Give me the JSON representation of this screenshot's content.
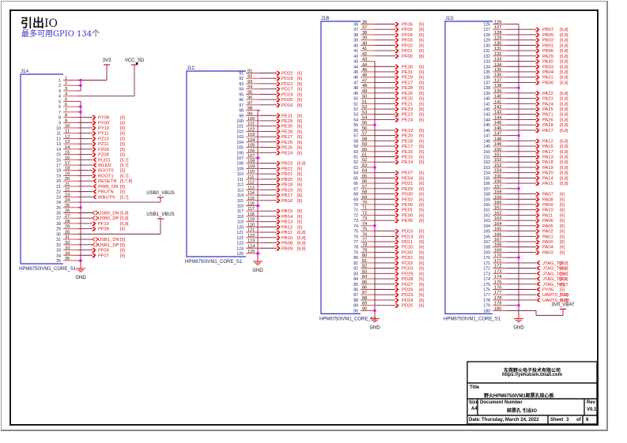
{
  "header": {
    "title": "引出",
    "title_suffix": "IO",
    "subtitle": "最多可用GPIO 134个"
  },
  "colors": {
    "wire": "#7a1f3d",
    "part_border": "#3333cc",
    "net_label": "#dd1111",
    "junction": "#e020e0",
    "power": "#dd1111",
    "pin_number": "#1a1a66"
  },
  "power": {
    "v3v3": "3V3",
    "vcc_sd": "VCC_SD",
    "usb0_vbus": "USB0_VBUS",
    "usb1_vbus": "USB1_VBUS",
    "vbat": "3V0_VBAT",
    "gnd": "GND"
  },
  "parts": [
    {
      "ref": "J1A",
      "footprint": "HPM6750IVM1_CORE_S1",
      "first_pin": 1,
      "last_pin": 35,
      "nets": [
        {
          "pin": 8,
          "label": "PY08",
          "ref": "[6]"
        },
        {
          "pin": 9,
          "label": "PY09",
          "ref": "[6]"
        },
        {
          "pin": 10,
          "label": "PY10",
          "ref": "[6]"
        },
        {
          "pin": 11,
          "label": "PY11",
          "ref": "[6]"
        },
        {
          "pin": 12,
          "label": "PZ10",
          "ref": "[5]"
        },
        {
          "pin": 13,
          "label": "PZ11",
          "ref": "[5]"
        },
        {
          "pin": 14,
          "label": "PZ09",
          "ref": "[5]"
        },
        {
          "pin": 15,
          "label": "PZ08",
          "ref": "[5]"
        },
        {
          "pin": 16,
          "label": "PLED",
          "ref": "[5,7]"
        },
        {
          "pin": 17,
          "label": "WLED",
          "ref": "[5,7]"
        },
        {
          "pin": 18,
          "label": "BOOT0",
          "ref": "[5]"
        },
        {
          "pin": 19,
          "label": "BOOT1",
          "ref": "[5,7]"
        },
        {
          "pin": 20,
          "label": "RESETN",
          "ref": "[5,7,8]"
        },
        {
          "pin": 21,
          "label": "PWR_ON",
          "ref": "[5]"
        },
        {
          "pin": 22,
          "label": "PBUTN",
          "ref": "[5]"
        },
        {
          "pin": 23,
          "label": "WBUTN",
          "ref": "[5,7]"
        },
        {
          "pin": 26,
          "label": "USB0_DN",
          "ref": "[5,8]"
        },
        {
          "pin": 27,
          "label": "USB0_DP",
          "ref": "[5,8]"
        },
        {
          "pin": 28,
          "label": "PF10",
          "ref": "[6,8]"
        },
        {
          "pin": 29,
          "label": "PF08",
          "ref": "[6]"
        },
        {
          "pin": 31,
          "label": "USB1_DN",
          "ref": "[5]"
        },
        {
          "pin": 32,
          "label": "USB1_DP",
          "ref": "[5]"
        },
        {
          "pin": 33,
          "label": "PF09",
          "ref": "[6]"
        },
        {
          "pin": 34,
          "label": "PF07",
          "ref": "[6]"
        }
      ]
    },
    {
      "ref": "J1C",
      "footprint": "HPM6750IVM1_CORE_S1",
      "first_pin": 91,
      "last_pin": 125,
      "nets": [
        {
          "pin": 91,
          "label": "PD22",
          "ref": "[6]"
        },
        {
          "pin": 92,
          "label": "PD18",
          "ref": "[6]"
        },
        {
          "pin": 93,
          "label": "PD21",
          "ref": "[6]"
        },
        {
          "pin": 94,
          "label": "PD17",
          "ref": "[6]"
        },
        {
          "pin": 95,
          "label": "PD19",
          "ref": "[6]"
        },
        {
          "pin": 96,
          "label": "PD20",
          "ref": "[6]"
        },
        {
          "pin": 97,
          "label": "PD16",
          "ref": "[6]"
        },
        {
          "pin": 99,
          "label": "PE31",
          "ref": "[6]"
        },
        {
          "pin": 100,
          "label": "PE29",
          "ref": "[6]"
        },
        {
          "pin": 101,
          "label": "PE30",
          "ref": "[6]"
        },
        {
          "pin": 102,
          "label": "PE28",
          "ref": "[6]"
        },
        {
          "pin": 103,
          "label": "PE27",
          "ref": "[6]"
        },
        {
          "pin": 104,
          "label": "PE26",
          "ref": "[6]"
        },
        {
          "pin": 105,
          "label": "PE25",
          "ref": "[6]"
        },
        {
          "pin": 106,
          "label": "PE24",
          "ref": "[6]"
        },
        {
          "pin": 108,
          "label": "PB23",
          "ref": "[6,8]"
        },
        {
          "pin": 109,
          "label": "PB22",
          "ref": "[6]"
        },
        {
          "pin": 110,
          "label": "PB21",
          "ref": "[6]"
        },
        {
          "pin": 111,
          "label": "PB20",
          "ref": "[6]"
        },
        {
          "pin": 112,
          "label": "PB18",
          "ref": "[6]"
        },
        {
          "pin": 113,
          "label": "PB19",
          "ref": "[6]"
        },
        {
          "pin": 114,
          "label": "PB17",
          "ref": "[6]"
        },
        {
          "pin": 115,
          "label": "PB16",
          "ref": "[6]"
        },
        {
          "pin": 117,
          "label": "PB15",
          "ref": "[6]"
        },
        {
          "pin": 118,
          "label": "PB14",
          "ref": "[6]"
        },
        {
          "pin": 119,
          "label": "PB13",
          "ref": "[6]"
        },
        {
          "pin": 120,
          "label": "PB12",
          "ref": "[6]"
        },
        {
          "pin": 121,
          "label": "PB11",
          "ref": "[6,8]"
        },
        {
          "pin": 122,
          "label": "PB10",
          "ref": "[6,8]"
        },
        {
          "pin": 123,
          "label": "PB08",
          "ref": "[6,8]"
        },
        {
          "pin": 124,
          "label": "PB09",
          "ref": "[6,8]"
        }
      ]
    },
    {
      "ref": "J1B",
      "footprint": "HPM6750IVM1_CORE_S1",
      "first_pin": 36,
      "last_pin": 90,
      "nets": [
        {
          "pin": 36,
          "label": "PF06",
          "ref": "[6]"
        },
        {
          "pin": 37,
          "label": "PF05",
          "ref": "[6]"
        },
        {
          "pin": 38,
          "label": "PF04",
          "ref": "[6]"
        },
        {
          "pin": 39,
          "label": "PF03",
          "ref": "[6]"
        },
        {
          "pin": 40,
          "label": "PF02",
          "ref": "[6]"
        },
        {
          "pin": 41,
          "label": "PF01",
          "ref": "[6]"
        },
        {
          "pin": 42,
          "label": "PF00",
          "ref": "[6]"
        },
        {
          "pin": 44,
          "label": "PE30",
          "ref": "[6]"
        },
        {
          "pin": 45,
          "label": "PE31",
          "ref": "[6]"
        },
        {
          "pin": 46,
          "label": "PE29",
          "ref": "[6]"
        },
        {
          "pin": 47,
          "label": "PE27",
          "ref": "[6]"
        },
        {
          "pin": 48,
          "label": "PE28",
          "ref": "[6]"
        },
        {
          "pin": 49,
          "label": "PE26",
          "ref": "[6]"
        },
        {
          "pin": 50,
          "label": "PE25",
          "ref": "[6]"
        },
        {
          "pin": 51,
          "label": "PE21",
          "ref": "[6]"
        },
        {
          "pin": 52,
          "label": "PE23",
          "ref": "[6]"
        },
        {
          "pin": 53,
          "label": "PE22",
          "ref": "[6]"
        },
        {
          "pin": 54,
          "label": "PE24",
          "ref": "[6]"
        },
        {
          "pin": 56,
          "label": "PE19",
          "ref": "[6]"
        },
        {
          "pin": 57,
          "label": "PE20",
          "ref": "[6]"
        },
        {
          "pin": 58,
          "label": "PE18",
          "ref": "[6]"
        },
        {
          "pin": 59,
          "label": "PE17",
          "ref": "[6]"
        },
        {
          "pin": 60,
          "label": "PE16",
          "ref": "[6]"
        },
        {
          "pin": 61,
          "label": "PE15",
          "ref": "[6]"
        },
        {
          "pin": 62,
          "label": "PE14",
          "ref": "[6]"
        },
        {
          "pin": 64,
          "label": "PE07",
          "ref": "[6]"
        },
        {
          "pin": 65,
          "label": "PE04",
          "ref": "[6]"
        },
        {
          "pin": 66,
          "label": "PD31",
          "ref": "[6]"
        },
        {
          "pin": 67,
          "label": "PE03",
          "ref": "[6]"
        },
        {
          "pin": 68,
          "label": "PD30",
          "ref": "[6]"
        },
        {
          "pin": 69,
          "label": "PE02",
          "ref": "[6]"
        },
        {
          "pin": 70,
          "label": "PE06",
          "ref": "[6]"
        },
        {
          "pin": 71,
          "label": "PE01",
          "ref": "[6]"
        },
        {
          "pin": 72,
          "label": "PE00",
          "ref": "[6]"
        },
        {
          "pin": 73,
          "label": "PE05",
          "ref": "[6]"
        },
        {
          "pin": 75,
          "label": "PD15",
          "ref": "[6]"
        },
        {
          "pin": 76,
          "label": "PD14",
          "ref": "[6]"
        },
        {
          "pin": 77,
          "label": "PD11",
          "ref": "[6]"
        },
        {
          "pin": 78,
          "label": "PC20",
          "ref": "[6]"
        },
        {
          "pin": 79,
          "label": "PC00",
          "ref": "[6]"
        },
        {
          "pin": 80,
          "label": "PC01",
          "ref": "[6]"
        },
        {
          "pin": 81,
          "label": "PC02",
          "ref": "[6]"
        },
        {
          "pin": 82,
          "label": "PC03",
          "ref": "[6]"
        },
        {
          "pin": 83,
          "label": "PD29",
          "ref": "[6]"
        },
        {
          "pin": 84,
          "label": "PD28",
          "ref": "[6]"
        },
        {
          "pin": 85,
          "label": "PD27",
          "ref": "[6]"
        },
        {
          "pin": 86,
          "label": "PD26",
          "ref": "[6]"
        },
        {
          "pin": 87,
          "label": "PD23",
          "ref": "[6]"
        },
        {
          "pin": 88,
          "label": "PD24",
          "ref": "[6]"
        },
        {
          "pin": 89,
          "label": "PD25",
          "ref": "[6]"
        }
      ]
    },
    {
      "ref": "J1D",
      "footprint": "HPM6750IVM1_CORE_S1",
      "first_pin": 126,
      "last_pin": 180,
      "nets": [
        {
          "pin": 127,
          "label": "PB07",
          "ref": "[6,8]"
        },
        {
          "pin": 128,
          "label": "PB05",
          "ref": "[6,8]"
        },
        {
          "pin": 129,
          "label": "PB02",
          "ref": "[6,8]"
        },
        {
          "pin": 130,
          "label": "PB01",
          "ref": "[6,8]"
        },
        {
          "pin": 131,
          "label": "PB06",
          "ref": "[6,8]"
        },
        {
          "pin": 132,
          "label": "PA29",
          "ref": "[6,8]"
        },
        {
          "pin": 133,
          "label": "PA30",
          "ref": "[6,8]"
        },
        {
          "pin": 134,
          "label": "PB03",
          "ref": "[6,8]"
        },
        {
          "pin": 135,
          "label": "PB04",
          "ref": "[6,8]"
        },
        {
          "pin": 136,
          "label": "PA31",
          "ref": "[6,8]"
        },
        {
          "pin": 137,
          "label": "PB00",
          "ref": "[6,8]"
        },
        {
          "pin": 139,
          "label": "PA22",
          "ref": "[6,8]"
        },
        {
          "pin": 140,
          "label": "PA23",
          "ref": "[6,8]"
        },
        {
          "pin": 141,
          "label": "PA24",
          "ref": "[6,8]"
        },
        {
          "pin": 142,
          "label": "PA25",
          "ref": "[6,8]"
        },
        {
          "pin": 143,
          "label": "PA21",
          "ref": "[6,8]"
        },
        {
          "pin": 144,
          "label": "PA26",
          "ref": "[6,8]"
        },
        {
          "pin": 145,
          "label": "PA28",
          "ref": "[6,8]"
        },
        {
          "pin": 146,
          "label": "PA27",
          "ref": "[6,8]"
        },
        {
          "pin": 148,
          "label": "PA12",
          "ref": "[6,8]"
        },
        {
          "pin": 149,
          "label": "PA16",
          "ref": "[6,8]"
        },
        {
          "pin": 150,
          "label": "PA17",
          "ref": "[6,8]"
        },
        {
          "pin": 151,
          "label": "PA13",
          "ref": "[6,8]"
        },
        {
          "pin": 152,
          "label": "PA18",
          "ref": "[6,8]"
        },
        {
          "pin": 153,
          "label": "PA19",
          "ref": "[6,8]"
        },
        {
          "pin": 154,
          "label": "PA20",
          "ref": "[6,8]"
        },
        {
          "pin": 155,
          "label": "PA14",
          "ref": "[6,8]"
        },
        {
          "pin": 156,
          "label": "PA15",
          "ref": "[6,8]"
        },
        {
          "pin": 158,
          "label": "PA07",
          "ref": "[6]"
        },
        {
          "pin": 159,
          "label": "PA08",
          "ref": "[6]"
        },
        {
          "pin": 160,
          "label": "PA09",
          "ref": "[6]"
        },
        {
          "pin": 161,
          "label": "PA10",
          "ref": "[6]"
        },
        {
          "pin": 162,
          "label": "PA11",
          "ref": "[6]"
        },
        {
          "pin": 163,
          "label": "PA06",
          "ref": "[6]"
        },
        {
          "pin": 164,
          "label": "PA05",
          "ref": "[6]"
        },
        {
          "pin": 165,
          "label": "PA02",
          "ref": "[6]"
        },
        {
          "pin": 166,
          "label": "PA01",
          "ref": "[6]"
        },
        {
          "pin": 167,
          "label": "PA00",
          "ref": "[6]"
        },
        {
          "pin": 168,
          "label": "PA04",
          "ref": "[6]"
        },
        {
          "pin": 169,
          "label": "PA03",
          "ref": "[6]"
        },
        {
          "pin": 171,
          "label": "JTAG_TDI",
          "ref": "[5,8]"
        },
        {
          "pin": 172,
          "label": "JTAG_TMS",
          "ref": "[5,8]"
        },
        {
          "pin": 173,
          "label": "JTAG_TCK",
          "ref": "[5,8]"
        },
        {
          "pin": 174,
          "label": "JTAG_TDO",
          "ref": "[5,8]"
        },
        {
          "pin": 175,
          "label": "JTAG_TRST",
          "ref": "[5]"
        },
        {
          "pin": 176,
          "label": "PY05",
          "ref": "[5]"
        },
        {
          "pin": 177,
          "label": "UART0_TXD",
          "ref": "[5,8]"
        },
        {
          "pin": 178,
          "label": "UART0_RXD",
          "ref": "[5,8]"
        }
      ]
    }
  ],
  "title_block": {
    "company": "东莞野火电子技术有限公司",
    "url": "https://yehuosm.tmall.com",
    "title_label": "Title",
    "title": "野火HPM6750IVM1邮票孔核心板",
    "size_label": "Size",
    "size": "A4",
    "doc_label": "Document Number",
    "doc": "邮票孔 引出IO",
    "rev_label": "Rev",
    "rev": "V0.1",
    "date_label": "Date:",
    "date": "Thursday, March 24, 2022",
    "sheet_label": "Sheet",
    "sheet": "3",
    "of_label": "of",
    "total": "8"
  }
}
